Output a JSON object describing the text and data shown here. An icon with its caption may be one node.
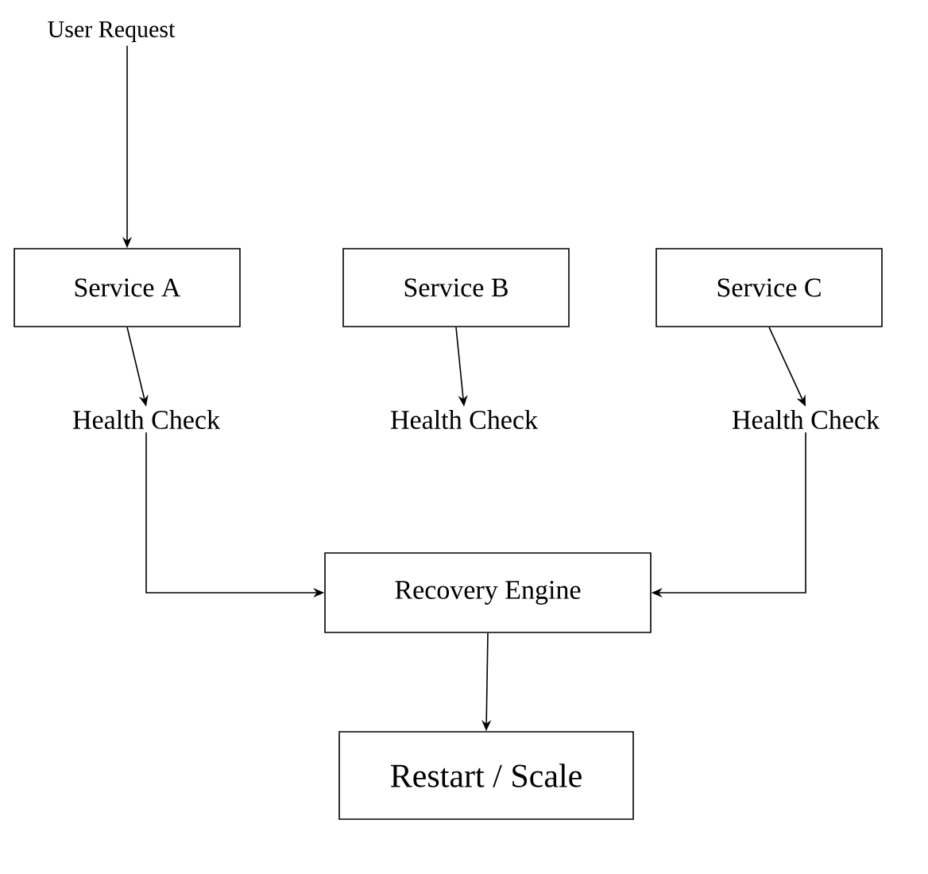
{
  "diagram": {
    "nodes": [
      {
        "text": [
          "User Request"
        ]
      },
      {
        "text": [
          "Service A"
        ]
      },
      {
        "text": [
          "Service B"
        ]
      },
      {
        "text": [
          "Service C"
        ]
      },
      {
        "text": [
          "Health Check"
        ]
      },
      {
        "text": [
          "Health Check"
        ]
      },
      {
        "text": [
          "Health Check"
        ]
      },
      {
        "text": [
          "Recovery Engine"
        ]
      },
      {
        "text": [
          "Restart / Scale"
        ]
      }
    ],
    "edges": [
      {
        "from": 0,
        "to": 1,
        "arrow": "to"
      },
      {
        "from": 1,
        "to": 4,
        "arrow": "to"
      },
      {
        "from": 2,
        "to": 5,
        "arrow": "to"
      },
      {
        "from": 3,
        "to": 6,
        "arrow": "to"
      },
      {
        "from": 4,
        "to": 7,
        "arrow": "to"
      },
      {
        "from": 6,
        "to": 7,
        "arrow": "to"
      },
      {
        "from": 7,
        "to": 8,
        "arrow": "to"
      }
    ]
  }
}
